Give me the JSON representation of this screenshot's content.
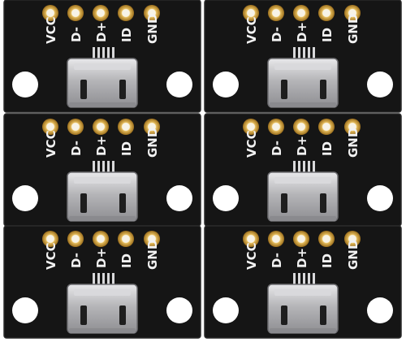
{
  "photo": {
    "subject": "six micro-USB breakout boards",
    "board_color": "#151515",
    "silkscreen_color": "#f2f2f2",
    "pad_color": "#c8962e",
    "connector_color": "#b9b9bb"
  },
  "boards": [
    {
      "pins": [
        "VCC",
        "D-",
        "D+",
        "ID",
        "GND"
      ]
    },
    {
      "pins": [
        "VCC",
        "D-",
        "D+",
        "ID",
        "GND"
      ]
    },
    {
      "pins": [
        "VCC",
        "D-",
        "D+",
        "ID",
        "GND"
      ]
    },
    {
      "pins": [
        "VCC",
        "D-",
        "D+",
        "ID",
        "GND"
      ]
    },
    {
      "pins": [
        "VCC",
        "D-",
        "D+",
        "ID",
        "GND"
      ]
    },
    {
      "pins": [
        "VCC",
        "D-",
        "D+",
        "ID",
        "GND"
      ]
    }
  ]
}
